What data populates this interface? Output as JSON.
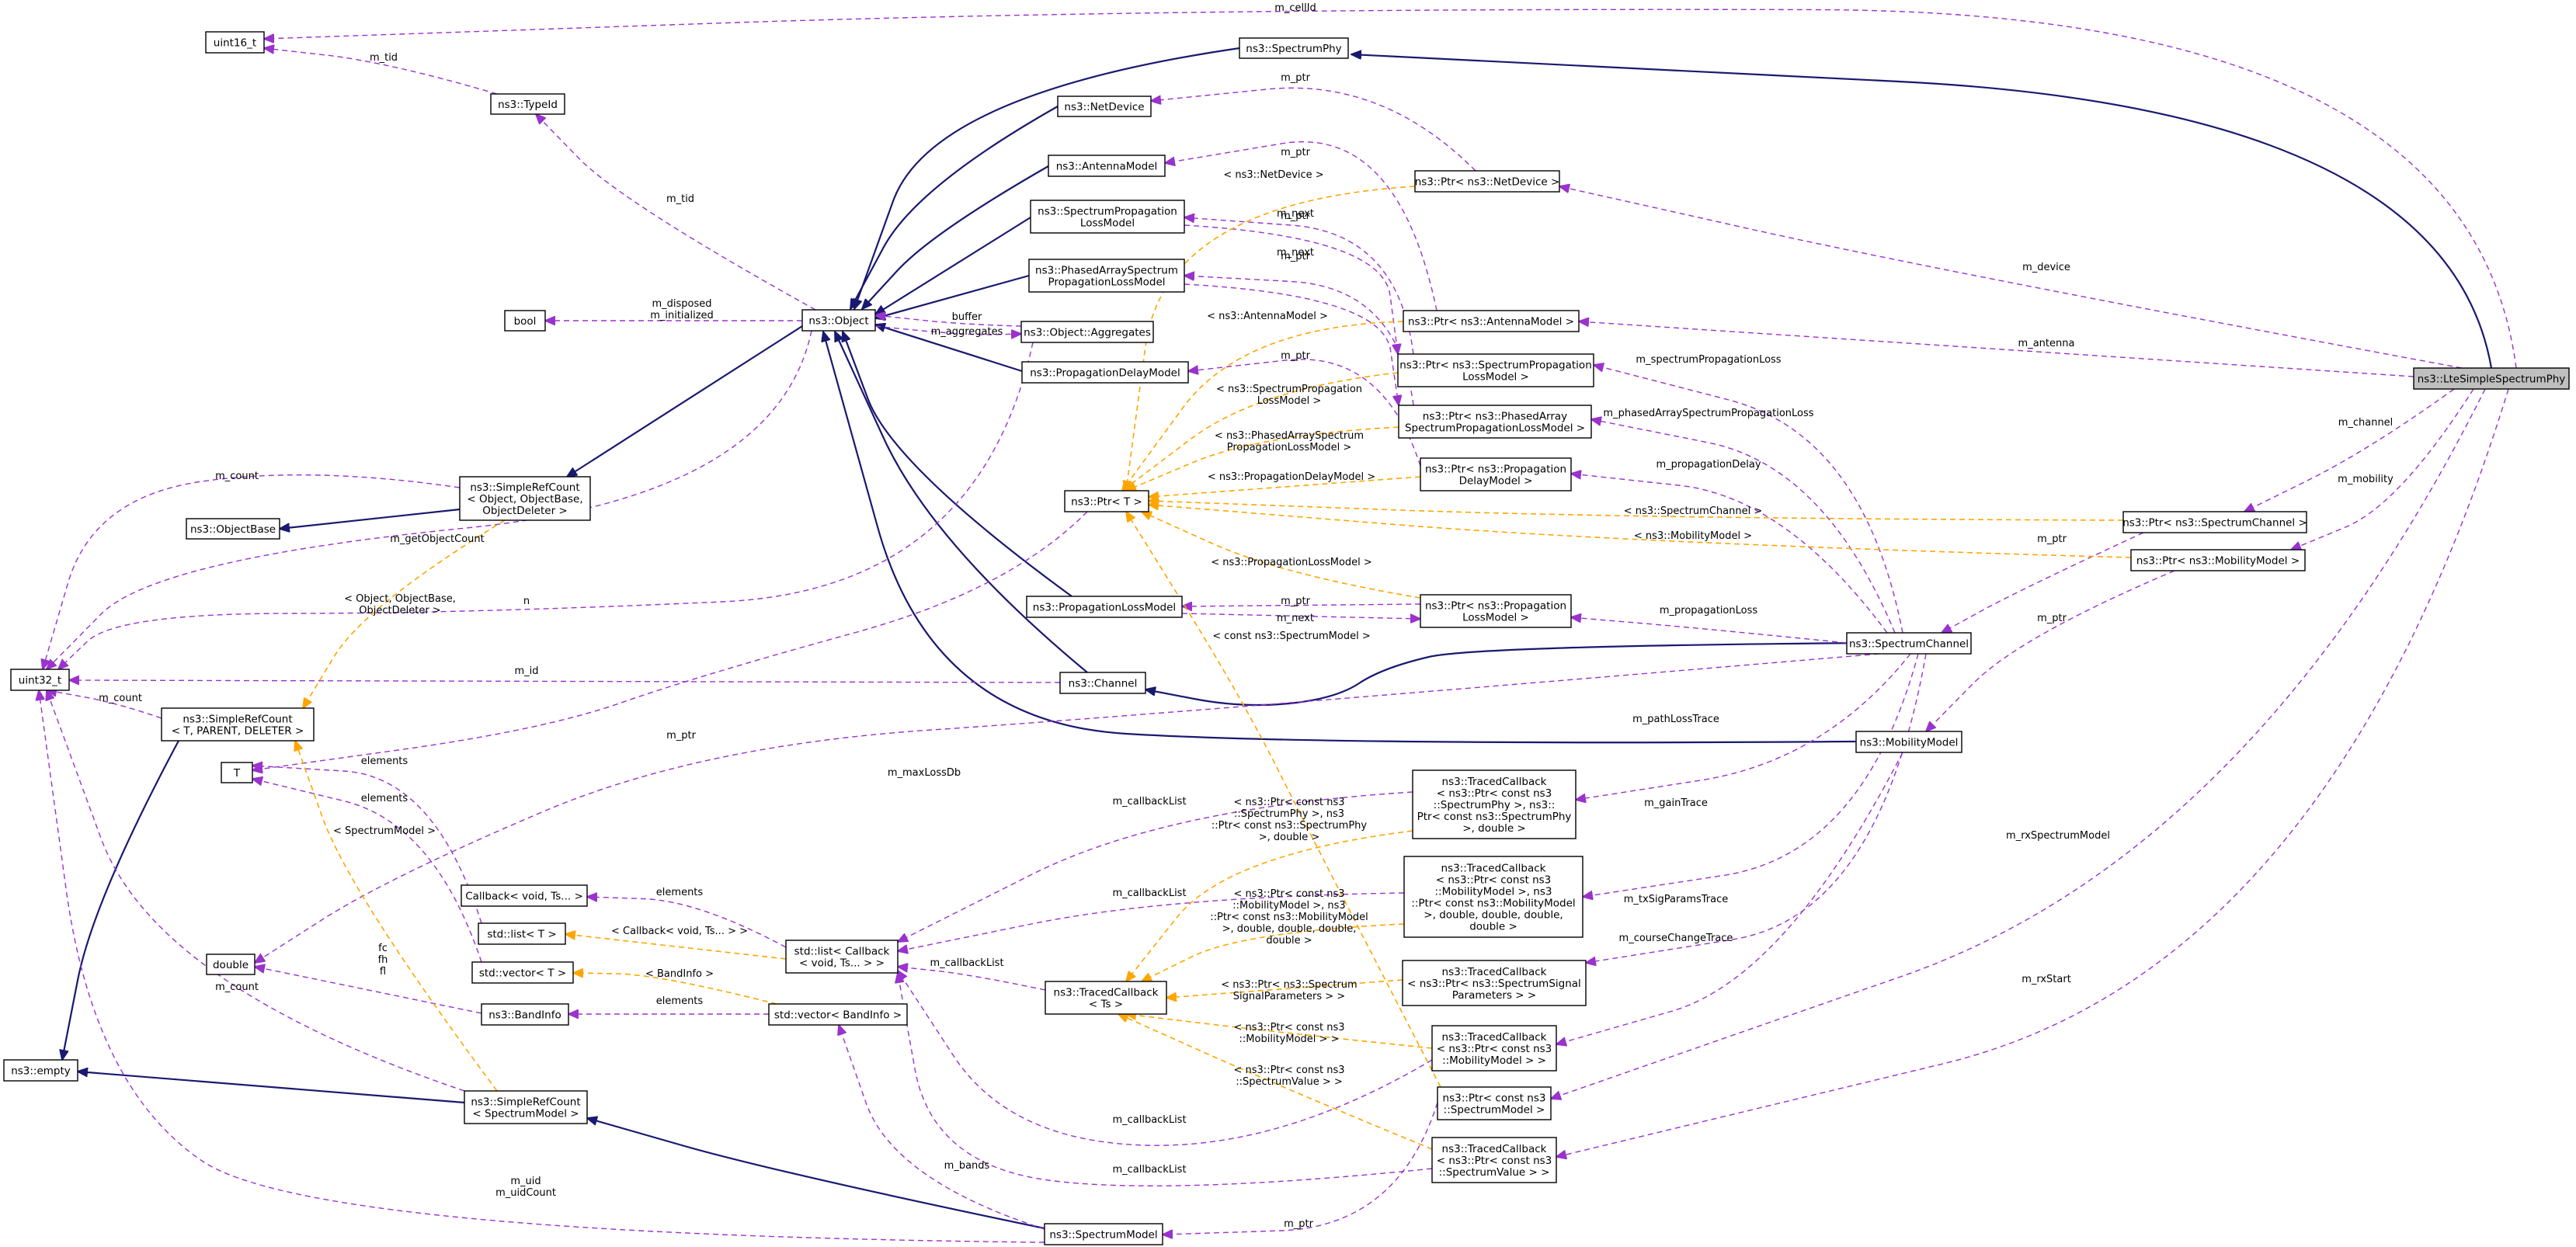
{
  "colors": {
    "inheritance": "#191970",
    "member": "#9a32cd",
    "template": "#ffa500",
    "focus_fill": "#bfbfbf",
    "node_fill": "#ffffff",
    "border": "#000000"
  },
  "nodes": [
    {
      "id": "uint16",
      "lines": [
        "uint16_t"
      ]
    },
    {
      "id": "typeid",
      "lines": [
        "ns3::TypeId"
      ]
    },
    {
      "id": "bool",
      "lines": [
        "bool"
      ]
    },
    {
      "id": "objectbase",
      "lines": [
        "ns3::ObjectBase"
      ]
    },
    {
      "id": "uint32",
      "lines": [
        "uint32_t"
      ]
    },
    {
      "id": "T",
      "lines": [
        "T"
      ]
    },
    {
      "id": "double",
      "lines": [
        "double"
      ]
    },
    {
      "id": "empty",
      "lines": [
        "ns3::empty"
      ]
    },
    {
      "id": "srcObject",
      "lines": [
        "ns3::SimpleRefCount",
        "< Object, ObjectBase,",
        "ObjectDeleter >"
      ]
    },
    {
      "id": "srcT",
      "lines": [
        "ns3::SimpleRefCount",
        "< T, PARENT, DELETER >"
      ]
    },
    {
      "id": "callback",
      "lines": [
        "Callback< void, Ts... >"
      ]
    },
    {
      "id": "stdlistT",
      "lines": [
        "std::list< T >"
      ]
    },
    {
      "id": "stdvecT",
      "lines": [
        "std::vector< T >"
      ]
    },
    {
      "id": "bandinfo",
      "lines": [
        "ns3::BandInfo"
      ]
    },
    {
      "id": "srcSM",
      "lines": [
        "ns3::SimpleRefCount",
        "< SpectrumModel >"
      ]
    },
    {
      "id": "object",
      "lines": [
        "ns3::Object"
      ]
    },
    {
      "id": "spectrumphy",
      "lines": [
        "ns3::SpectrumPhy"
      ]
    },
    {
      "id": "netdevice",
      "lines": [
        "ns3::NetDevice"
      ]
    },
    {
      "id": "antenna",
      "lines": [
        "ns3::AntennaModel"
      ]
    },
    {
      "id": "spl",
      "lines": [
        "ns3::SpectrumPropagation",
        "LossModel"
      ]
    },
    {
      "id": "paspl",
      "lines": [
        "ns3::PhasedArraySpectrum",
        "PropagationLossModel"
      ]
    },
    {
      "id": "aggregates",
      "lines": [
        "ns3::Object::Aggregates"
      ]
    },
    {
      "id": "pdm",
      "lines": [
        "ns3::PropagationDelayModel"
      ]
    },
    {
      "id": "ptrT",
      "lines": [
        "ns3::Ptr< T >"
      ]
    },
    {
      "id": "plm",
      "lines": [
        "ns3::PropagationLossModel"
      ]
    },
    {
      "id": "channel",
      "lines": [
        "ns3::Channel"
      ]
    },
    {
      "id": "stdlistcb",
      "lines": [
        "std::list< Callback",
        "< void, Ts... > >"
      ]
    },
    {
      "id": "tracedcb",
      "lines": [
        "ns3::TracedCallback",
        "< Ts >"
      ]
    },
    {
      "id": "stdvecband",
      "lines": [
        "std::vector< BandInfo >"
      ]
    },
    {
      "id": "spectrummodel",
      "lines": [
        "ns3::SpectrumModel"
      ]
    },
    {
      "id": "ptrNetDevice",
      "lines": [
        "ns3::Ptr< ns3::NetDevice >"
      ]
    },
    {
      "id": "ptrAntenna",
      "lines": [
        "ns3::Ptr< ns3::AntennaModel >"
      ]
    },
    {
      "id": "ptrSPL",
      "lines": [
        "ns3::Ptr< ns3::SpectrumPropagation",
        "LossModel >"
      ]
    },
    {
      "id": "ptrPASPL",
      "lines": [
        "ns3::Ptr< ns3::PhasedArray",
        "SpectrumPropagationLossModel >"
      ]
    },
    {
      "id": "ptrPDM",
      "lines": [
        "ns3::Ptr< ns3::Propagation",
        "DelayModel >"
      ]
    },
    {
      "id": "ptrPLM",
      "lines": [
        "ns3::Ptr< ns3::Propagation",
        "LossModel >"
      ]
    },
    {
      "id": "tcPhy",
      "lines": [
        "ns3::TracedCallback",
        "< ns3::Ptr< const ns3",
        "::SpectrumPhy >, ns3::",
        "Ptr< const ns3::SpectrumPhy",
        ">, double >"
      ]
    },
    {
      "id": "tcMob",
      "lines": [
        "ns3::TracedCallback",
        "< ns3::Ptr< const ns3",
        "::MobilityModel >, ns3",
        "::Ptr< const ns3::MobilityModel",
        ">, double, double, double,",
        "double >"
      ]
    },
    {
      "id": "tcSig",
      "lines": [
        "ns3::TracedCallback",
        "< ns3::Ptr< ns3::SpectrumSignal",
        "Parameters > >"
      ]
    },
    {
      "id": "tcMob1",
      "lines": [
        "ns3::TracedCallback",
        "< ns3::Ptr< const ns3",
        "::MobilityModel > >"
      ]
    },
    {
      "id": "ptrSM",
      "lines": [
        "ns3::Ptr< const ns3",
        "::SpectrumModel >"
      ]
    },
    {
      "id": "tcSV",
      "lines": [
        "ns3::TracedCallback",
        "< ns3::Ptr< const ns3",
        "::SpectrumValue > >"
      ]
    },
    {
      "id": "specchan",
      "lines": [
        "ns3::SpectrumChannel"
      ]
    },
    {
      "id": "mobility",
      "lines": [
        "ns3::MobilityModel"
      ]
    },
    {
      "id": "ptrSpecChan",
      "lines": [
        "ns3::Ptr< ns3::SpectrumChannel >"
      ]
    },
    {
      "id": "ptrMob",
      "lines": [
        "ns3::Ptr< ns3::MobilityModel >"
      ]
    },
    {
      "id": "lte",
      "lines": [
        "ns3::LteSimpleSpectrumPhy"
      ]
    }
  ],
  "edges": [
    {
      "kind": "inherit",
      "from": "lte",
      "to": "spectrumphy",
      "labels": []
    },
    {
      "kind": "inherit",
      "from": "spectrumphy",
      "to": "object",
      "labels": []
    },
    {
      "kind": "inherit",
      "from": "netdevice",
      "to": "object",
      "labels": []
    },
    {
      "kind": "inherit",
      "from": "antenna",
      "to": "object",
      "labels": []
    },
    {
      "kind": "inherit",
      "from": "spl",
      "to": "object",
      "labels": []
    },
    {
      "kind": "inherit",
      "from": "paspl",
      "to": "object",
      "labels": []
    },
    {
      "kind": "inherit",
      "from": "pdm",
      "to": "object",
      "labels": []
    },
    {
      "kind": "inherit",
      "from": "plm",
      "to": "object",
      "labels": []
    },
    {
      "kind": "inherit",
      "from": "channel",
      "to": "object",
      "labels": []
    },
    {
      "kind": "inherit",
      "from": "mobility",
      "to": "object",
      "labels": []
    },
    {
      "kind": "inherit",
      "from": "specchan",
      "to": "channel",
      "labels": []
    },
    {
      "kind": "inherit",
      "from": "srcObject",
      "to": "objectbase",
      "labels": []
    },
    {
      "kind": "inherit",
      "from": "object",
      "to": "srcObject",
      "labels": []
    },
    {
      "kind": "inherit",
      "from": "srcT",
      "to": "empty",
      "labels": []
    },
    {
      "kind": "inherit",
      "from": "srcSM",
      "to": "empty",
      "labels": []
    },
    {
      "kind": "inherit",
      "from": "spectrummodel",
      "to": "srcSM",
      "labels": []
    },
    {
      "kind": "member",
      "from": "lte",
      "to": "uint16",
      "labels": [
        "m_cellId"
      ]
    },
    {
      "kind": "member",
      "from": "typeid",
      "to": "uint16",
      "labels": [
        "m_tid"
      ]
    },
    {
      "kind": "member",
      "from": "object",
      "to": "typeid",
      "labels": [
        "m_tid"
      ]
    },
    {
      "kind": "member",
      "from": "object",
      "to": "bool",
      "labels": [
        "m_disposed",
        "m_initialized"
      ]
    },
    {
      "kind": "member",
      "from": "aggregates",
      "to": "object",
      "labels": [
        "buffer"
      ]
    },
    {
      "kind": "member",
      "from": "object",
      "to": "aggregates",
      "labels": [
        "m_aggregates"
      ]
    },
    {
      "kind": "member",
      "from": "object",
      "to": "uint32",
      "labels": [
        "m_getObjectCount"
      ]
    },
    {
      "kind": "member",
      "from": "srcObject",
      "to": "uint32",
      "labels": [
        "m_count"
      ]
    },
    {
      "kind": "member",
      "from": "aggregates",
      "to": "uint32",
      "labels": [
        "n"
      ]
    },
    {
      "kind": "member",
      "from": "channel",
      "to": "uint32",
      "labels": [
        "m_id"
      ]
    },
    {
      "kind": "member",
      "from": "srcT",
      "to": "uint32",
      "labels": [
        "m_count"
      ]
    },
    {
      "kind": "member",
      "from": "srcSM",
      "to": "uint32",
      "labels": [
        "m_count"
      ]
    },
    {
      "kind": "member",
      "from": "spectrummodel",
      "to": "uint32",
      "labels": [
        "m_uid",
        "m_uidCount"
      ]
    },
    {
      "kind": "member",
      "from": "ptrT",
      "to": "T",
      "labels": [
        "m_ptr"
      ]
    },
    {
      "kind": "member",
      "from": "stdlistT",
      "to": "T",
      "labels": [
        "elements"
      ]
    },
    {
      "kind": "member",
      "from": "stdvecT",
      "to": "T",
      "labels": [
        "elements"
      ]
    },
    {
      "kind": "member",
      "from": "specchan",
      "to": "double",
      "labels": [
        "m_maxLossDb"
      ]
    },
    {
      "kind": "member",
      "from": "bandinfo",
      "to": "double",
      "labels": [
        "fc",
        "fh",
        "fl"
      ]
    },
    {
      "kind": "member",
      "from": "stdlistcb",
      "to": "callback",
      "labels": [
        "elements"
      ]
    },
    {
      "kind": "member",
      "from": "stdvecband",
      "to": "bandinfo",
      "labels": [
        "elements"
      ]
    },
    {
      "kind": "member",
      "from": "tracedcb",
      "to": "stdlistcb",
      "labels": [
        "m_callbackList"
      ]
    },
    {
      "kind": "member",
      "from": "tcPhy",
      "to": "stdlistcb",
      "labels": [
        "m_callbackList"
      ]
    },
    {
      "kind": "member",
      "from": "tcMob",
      "to": "stdlistcb",
      "labels": [
        "m_callbackList"
      ]
    },
    {
      "kind": "member",
      "from": "tcMob1",
      "to": "stdlistcb",
      "labels": [
        "m_callbackList"
      ]
    },
    {
      "kind": "member",
      "from": "tcSV",
      "to": "stdlistcb",
      "labels": [
        "m_callbackList"
      ]
    },
    {
      "kind": "member",
      "from": "spectrummodel",
      "to": "stdvecband",
      "labels": [
        "m_bands"
      ]
    },
    {
      "kind": "member",
      "from": "ptrSM",
      "to": "spectrummodel",
      "labels": [
        "m_ptr"
      ]
    },
    {
      "kind": "member",
      "from": "ptrNetDevice",
      "to": "netdevice",
      "labels": [
        "m_ptr"
      ]
    },
    {
      "kind": "member",
      "from": "ptrAntenna",
      "to": "antenna",
      "labels": [
        "m_ptr"
      ]
    },
    {
      "kind": "member",
      "from": "ptrSPL",
      "to": "spl",
      "labels": [
        "m_ptr"
      ]
    },
    {
      "kind": "member",
      "from": "ptrPASPL",
      "to": "paspl",
      "labels": [
        "m_ptr"
      ]
    },
    {
      "kind": "member",
      "from": "ptrPDM",
      "to": "pdm",
      "labels": [
        "m_ptr"
      ]
    },
    {
      "kind": "member",
      "from": "ptrPLM",
      "to": "plm",
      "labels": [
        "m_ptr"
      ]
    },
    {
      "kind": "member",
      "from": "spl",
      "to": "ptrSPL",
      "labels": [
        "m_next"
      ]
    },
    {
      "kind": "member",
      "from": "paspl",
      "to": "ptrPASPL",
      "labels": [
        "m_next"
      ]
    },
    {
      "kind": "member",
      "from": "plm",
      "to": "ptrPLM",
      "labels": [
        "m_next"
      ]
    },
    {
      "kind": "member",
      "from": "lte",
      "to": "ptrNetDevice",
      "labels": [
        "m_device"
      ]
    },
    {
      "kind": "member",
      "from": "lte",
      "to": "ptrAntenna",
      "labels": [
        "m_antenna"
      ]
    },
    {
      "kind": "member",
      "from": "lte",
      "to": "ptrSpecChan",
      "labels": [
        "m_channel"
      ]
    },
    {
      "kind": "member",
      "from": "lte",
      "to": "ptrMob",
      "labels": [
        "m_mobility"
      ]
    },
    {
      "kind": "member",
      "from": "lte",
      "to": "ptrSM",
      "labels": [
        "m_rxSpectrumModel"
      ]
    },
    {
      "kind": "member",
      "from": "lte",
      "to": "tcSV",
      "labels": [
        "m_rxStart"
      ]
    },
    {
      "kind": "member",
      "from": "specchan",
      "to": "ptrSPL",
      "labels": [
        "m_spectrumPropagationLoss"
      ]
    },
    {
      "kind": "member",
      "from": "specchan",
      "to": "ptrPASPL",
      "labels": [
        "m_phasedArraySpectrumPropagationLoss"
      ]
    },
    {
      "kind": "member",
      "from": "specchan",
      "to": "ptrPDM",
      "labels": [
        "m_propagationDelay"
      ]
    },
    {
      "kind": "member",
      "from": "specchan",
      "to": "ptrPLM",
      "labels": [
        "m_propagationLoss"
      ]
    },
    {
      "kind": "member",
      "from": "specchan",
      "to": "tcPhy",
      "labels": [
        "m_pathLossTrace"
      ]
    },
    {
      "kind": "member",
      "from": "specchan",
      "to": "tcMob",
      "labels": [
        "m_gainTrace"
      ]
    },
    {
      "kind": "member",
      "from": "specchan",
      "to": "tcSig",
      "labels": [
        "m_txSigParamsTrace"
      ]
    },
    {
      "kind": "member",
      "from": "mobility",
      "to": "tcMob1",
      "labels": [
        "m_courseChangeTrace"
      ]
    },
    {
      "kind": "member",
      "from": "ptrSpecChan",
      "to": "specchan",
      "labels": [
        "m_ptr"
      ]
    },
    {
      "kind": "member",
      "from": "ptrMob",
      "to": "mobility",
      "labels": [
        "m_ptr"
      ]
    },
    {
      "kind": "template",
      "from": "srcObject",
      "to": "srcT",
      "labels": [
        "< Object, ObjectBase,",
        "ObjectDeleter >"
      ]
    },
    {
      "kind": "template",
      "from": "srcSM",
      "to": "srcT",
      "labels": [
        "< SpectrumModel >"
      ]
    },
    {
      "kind": "template",
      "from": "stdlistcb",
      "to": "stdlistT",
      "labels": [
        "< Callback< void, Ts... > >"
      ]
    },
    {
      "kind": "template",
      "from": "stdvecband",
      "to": "stdvecT",
      "labels": [
        "< BandInfo >"
      ]
    },
    {
      "kind": "template",
      "from": "ptrNetDevice",
      "to": "ptrT",
      "labels": [
        "< ns3::NetDevice >"
      ]
    },
    {
      "kind": "template",
      "from": "ptrAntenna",
      "to": "ptrT",
      "labels": [
        "< ns3::AntennaModel >"
      ]
    },
    {
      "kind": "template",
      "from": "ptrSPL",
      "to": "ptrT",
      "labels": [
        "< ns3::SpectrumPropagation",
        "LossModel >"
      ]
    },
    {
      "kind": "template",
      "from": "ptrPASPL",
      "to": "ptrT",
      "labels": [
        "< ns3::PhasedArraySpectrum",
        "PropagationLossModel >"
      ]
    },
    {
      "kind": "template",
      "from": "ptrPDM",
      "to": "ptrT",
      "labels": [
        "< ns3::PropagationDelayModel >"
      ]
    },
    {
      "kind": "template",
      "from": "ptrSpecChan",
      "to": "ptrT",
      "labels": [
        "< ns3::SpectrumChannel >"
      ]
    },
    {
      "kind": "template",
      "from": "ptrMob",
      "to": "ptrT",
      "labels": [
        "< ns3::MobilityModel >"
      ]
    },
    {
      "kind": "template",
      "from": "ptrPLM",
      "to": "ptrT",
      "labels": [
        "< ns3::PropagationLossModel >"
      ]
    },
    {
      "kind": "template",
      "from": "ptrSM",
      "to": "ptrT",
      "labels": [
        "< const ns3::SpectrumModel >"
      ]
    },
    {
      "kind": "template",
      "from": "tcPhy",
      "to": "tracedcb",
      "labels": [
        "< ns3::Ptr< const ns3",
        "::SpectrumPhy >, ns3",
        "::Ptr< const ns3::SpectrumPhy",
        ">, double >"
      ]
    },
    {
      "kind": "template",
      "from": "tcMob",
      "to": "tracedcb",
      "labels": [
        "< ns3::Ptr< const ns3",
        "::MobilityModel >, ns3",
        "::Ptr< const ns3::MobilityModel",
        ">, double, double, double,",
        "double >"
      ]
    },
    {
      "kind": "template",
      "from": "tcSig",
      "to": "tracedcb",
      "labels": [
        "< ns3::Ptr< ns3::Spectrum",
        "SignalParameters > >"
      ]
    },
    {
      "kind": "template",
      "from": "tcMob1",
      "to": "tracedcb",
      "labels": [
        "< ns3::Ptr< const ns3",
        "::MobilityModel > >"
      ]
    },
    {
      "kind": "template",
      "from": "tcSV",
      "to": "tracedcb",
      "labels": [
        "< ns3::Ptr< const ns3",
        "::SpectrumValue > >"
      ]
    }
  ]
}
